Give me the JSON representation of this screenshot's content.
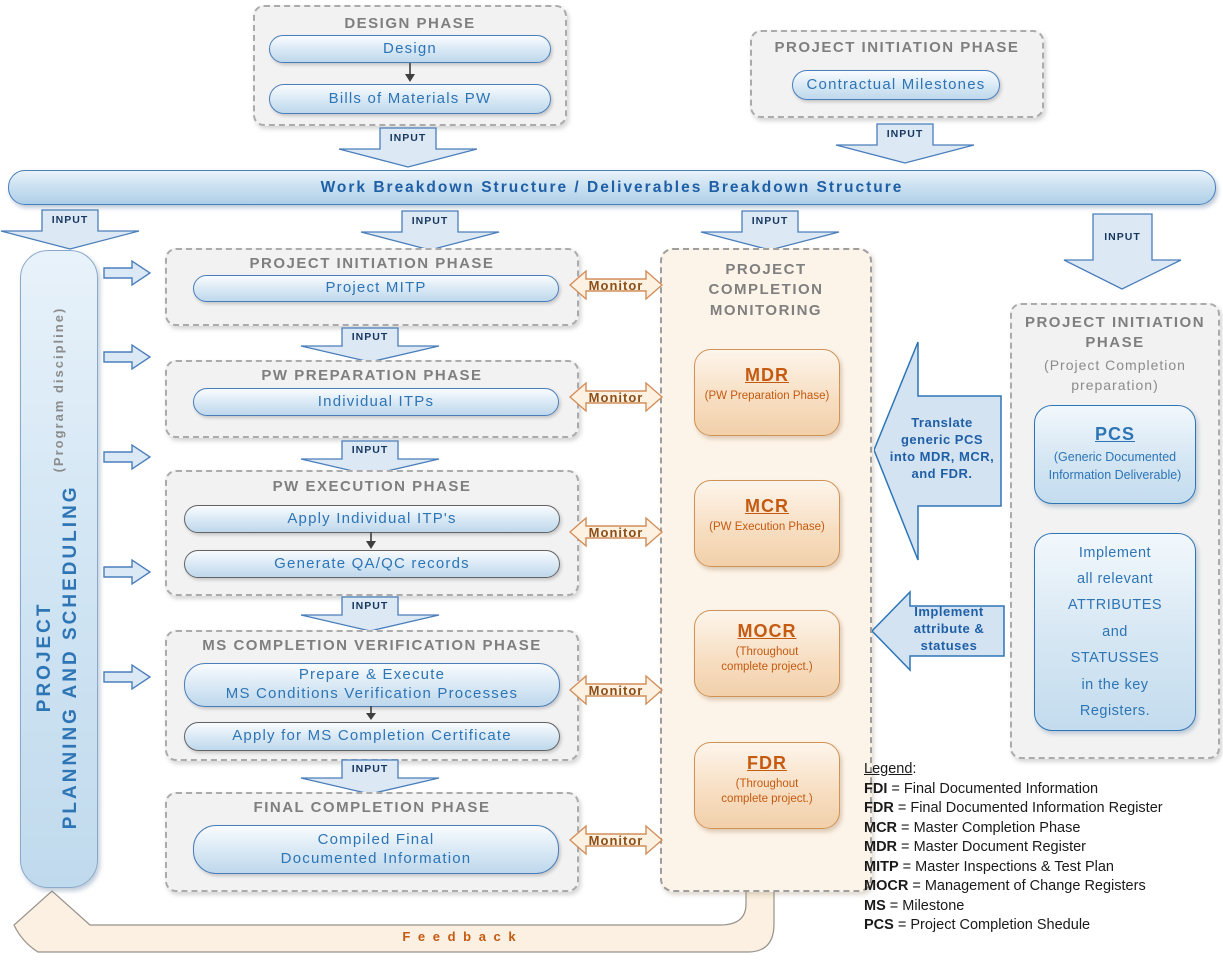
{
  "colors": {
    "blue-text": "#2E75B6",
    "blue-dark": "#1F5FA6",
    "blue-border": "#4A7EBB",
    "gray-title": "#7F7F7F",
    "orange-text": "#C55A11",
    "brown-text": "#8C4F17",
    "legend-text": "#1A1A1A",
    "feedback-fill": "#FBF0E1"
  },
  "labels": {
    "input": "INPUT",
    "monitor": "Monitor",
    "feedback": "F e e d b a c k"
  },
  "design_phase": {
    "title": "DESIGN PHASE",
    "pills": [
      "Design",
      "Bills of Materials PW"
    ]
  },
  "initiation_top": {
    "title": "PROJECT INITIATION PHASE",
    "pill": "Contractual Milestones"
  },
  "wbs_banner": "Work Breakdown Structure / Deliverables Breakdown Structure",
  "sidebar": {
    "title": "PROJECT\nPLANNING AND SCHEDULING",
    "subtitle": "(Program discipline)"
  },
  "phases": [
    {
      "title": "PROJECT INITIATION PHASE",
      "pills": [
        "Project MITP"
      ]
    },
    {
      "title": "PW PREPARATION PHASE",
      "pills": [
        "Individual ITPs"
      ]
    },
    {
      "title": "PW EXECUTION PHASE",
      "pills": [
        "Apply Individual ITP's",
        "Generate QA/QC records"
      ]
    },
    {
      "title": "MS COMPLETION VERIFICATION PHASE",
      "pills": [
        "Prepare & Execute\nMS Conditions Verification Processes",
        "Apply for MS Completion Certificate"
      ]
    },
    {
      "title": "FINAL COMPLETION PHASE",
      "pills": [
        "Compiled Final\nDocumented Information"
      ]
    }
  ],
  "monitoring": {
    "title": [
      "PROJECT",
      "COMPLETION",
      "MONITORING"
    ],
    "registers": [
      {
        "abbr": "MDR",
        "note": "(PW Preparation Phase)"
      },
      {
        "abbr": "MCR",
        "note": "(PW Execution Phase)"
      },
      {
        "abbr": "MOCR",
        "note": "(Throughout\ncomplete project.)"
      },
      {
        "abbr": "FDR",
        "note": "(Throughout\ncomplete project.)"
      }
    ]
  },
  "translate_arrow": {
    "lines": [
      "Translate",
      "generic PCS",
      "into MDR, MCR,",
      "and FDR."
    ]
  },
  "implement_arrow": {
    "lines": [
      "Implement",
      "attribute &",
      "statuses"
    ]
  },
  "right_column": {
    "title": "PROJECT INITIATION\nPHASE",
    "subtitle": "(Project Completion\npreparation)",
    "pcs": {
      "abbr": "PCS",
      "note": "(Generic Documented\nInformation Deliverable)"
    },
    "implement_box": [
      "Implement",
      "all relevant",
      "ATTRIBUTES",
      "and",
      "STATUSSES",
      "in the key",
      "Registers."
    ]
  },
  "legend": {
    "heading": "Legend",
    "suffix": ":",
    "separator": " = ",
    "items": [
      {
        "abbr": "FDI",
        "def": "Final Documented Information"
      },
      {
        "abbr": "FDR",
        "def": "Final Documented Information Register"
      },
      {
        "abbr": "MCR",
        "def": "Master Completion Phase"
      },
      {
        "abbr": "MDR",
        "def": "Master Document Register"
      },
      {
        "abbr": "MITP",
        "def": "Master Inspections & Test Plan"
      },
      {
        "abbr": "MOCR",
        "def": "Management of Change Registers"
      },
      {
        "abbr": "MS",
        "def": "Milestone"
      },
      {
        "abbr": "PCS",
        "def": "Project Completion Shedule"
      }
    ]
  }
}
